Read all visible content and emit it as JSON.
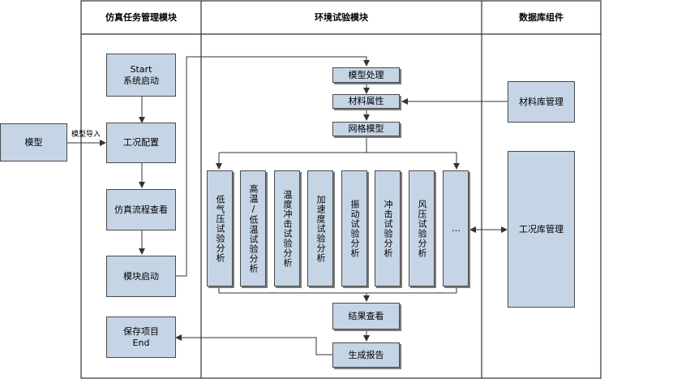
{
  "lanes": {
    "task": "仿真任务管理模块",
    "env": "环境试验模块",
    "db": "数据库组件"
  },
  "external": {
    "model": "模型",
    "import_label": "模型导入"
  },
  "task": {
    "start_en": "Start",
    "start_cn": "系统启动",
    "config": "工况配置",
    "flow_view": "仿真流程查看",
    "module_start": "模块启动",
    "save_cn": "保存项目",
    "save_en": "End"
  },
  "env": {
    "model_proc": "模型处理",
    "material": "材料属性",
    "mesh": "网格模型",
    "analyses": [
      "低气压试验分析",
      "高温/低温试验分析",
      "温度冲击试验分析",
      "加速度试验分析",
      "振动试验分析",
      "冲击试验分析",
      "风压试验分析",
      "…"
    ],
    "result_view": "结果查看",
    "report": "生成报告"
  },
  "db": {
    "material_lib": "材料库管理",
    "condition_lib": "工况库管理"
  }
}
